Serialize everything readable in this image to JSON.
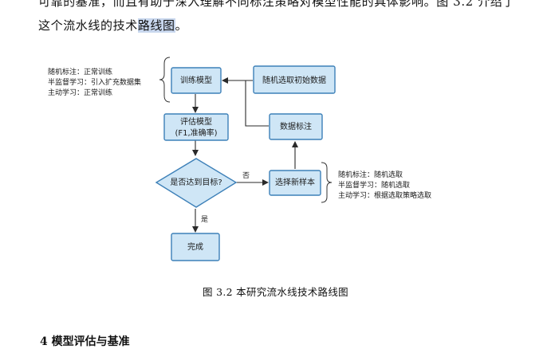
{
  "text": {
    "line_top": "可靠的基准，而且有助于深入理解不同标注策略对模型性能的具体影响。图 3.2 介绍了",
    "line2_a": "这个流水线的技术",
    "line2_hl": "路线图",
    "line2_b": "。",
    "caption": "图 3.2  本研究流水线技术路线图",
    "line_bottom": "4 模型评估与基准"
  },
  "diagram": {
    "nodes": {
      "train": "训练模型",
      "sample_init": "随机选取初始数据",
      "eval_line1": "评估模型",
      "eval_line2": "(F1,准确率)",
      "label_data": "数据标注",
      "decision": "是否达到目标?",
      "select_new": "选择新样本",
      "done": "完成"
    },
    "edge_labels": {
      "no": "否",
      "yes": "是"
    },
    "note_train": [
      "随机标注：正常训练",
      "半监督学习：引入扩充数据集",
      "主动学习：正常训练"
    ],
    "note_select": [
      "随机标注：随机选取",
      "半监督学习：随机选取",
      "主动学习：根据选取策略选取"
    ]
  }
}
